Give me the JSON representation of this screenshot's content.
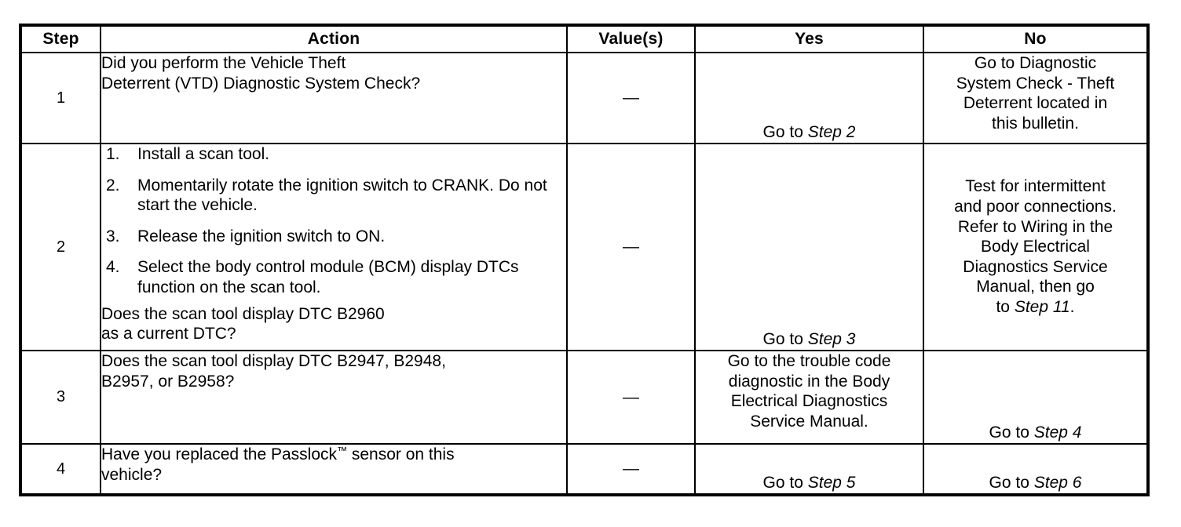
{
  "table": {
    "columns": [
      {
        "key": "step",
        "label": "Step"
      },
      {
        "key": "action",
        "label": "Action"
      },
      {
        "key": "value",
        "label": "Value(s)"
      },
      {
        "key": "yes",
        "label": "Yes"
      },
      {
        "key": "no",
        "label": "No"
      }
    ],
    "rows": [
      {
        "step": "1",
        "action_lines": [
          "Did you perform the Vehicle Theft",
          "Deterrent (VTD) Diagnostic System Check?"
        ],
        "value": "—",
        "yes_prefix": "Go to ",
        "yes_emphasis": "Step 2",
        "yes_suffix": "",
        "no_lines": [
          "Go to Diagnostic",
          "System Check - Theft",
          "Deterrent located in",
          "this bulletin."
        ]
      },
      {
        "step": "2",
        "steps": [
          {
            "num": "1.",
            "text": "Install a scan tool."
          },
          {
            "num": "2.",
            "text": "Momentarily rotate the ignition switch to CRANK. Do not start the vehicle."
          },
          {
            "num": "3.",
            "text": "Release the ignition switch to ON."
          },
          {
            "num": "4.",
            "text": "Select the body control module (BCM) display DTCs function on the scan tool."
          }
        ],
        "question_lines": [
          "Does the scan tool display DTC B2960",
          "as a current DTC?"
        ],
        "value": "—",
        "yes_prefix": "Go to ",
        "yes_emphasis": "Step 3",
        "yes_suffix": "",
        "no_lines": [
          "Test for intermittent",
          "and poor connections.",
          "Refer to Wiring in the",
          "Body Electrical",
          "Diagnostics Service",
          "Manual, then go"
        ],
        "no_last_prefix": "to ",
        "no_last_emphasis": "Step 11",
        "no_last_suffix": "."
      },
      {
        "step": "3",
        "action_lines": [
          "Does the scan tool display DTC B2947, B2948,",
          "B2957, or B2958?"
        ],
        "value": "—",
        "yes_lines": [
          "Go to the trouble code",
          "diagnostic in the Body",
          "Electrical Diagnostics",
          "Service Manual."
        ],
        "no_prefix": "Go to ",
        "no_emphasis": "Step 4",
        "no_suffix": ""
      },
      {
        "step": "4",
        "action_lines": [
          "Have you replaced the Passlock™ sensor on this",
          "vehicle?"
        ],
        "value": "—",
        "yes_prefix": "Go to ",
        "yes_emphasis": "Step 5",
        "yes_suffix": "",
        "no_prefix": "Go to ",
        "no_emphasis": "Step 6",
        "no_suffix": ""
      }
    ]
  },
  "colors": {
    "border": "#000000",
    "text": "#000000",
    "background": "#ffffff"
  }
}
